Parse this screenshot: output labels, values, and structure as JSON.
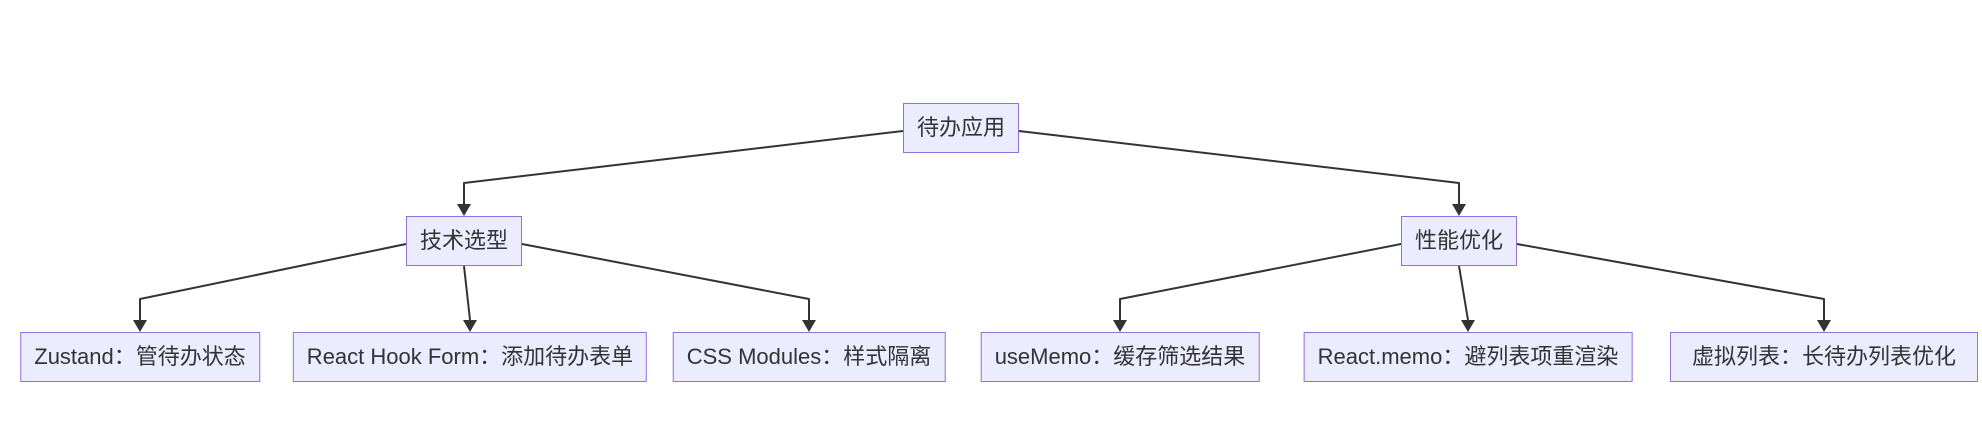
{
  "diagram": {
    "type": "flowchart",
    "direction": "top-down",
    "nodes": {
      "root": {
        "label": "待办应用"
      },
      "tech": {
        "label": "技术选型"
      },
      "perf": {
        "label": "性能优化"
      },
      "zustand": {
        "label": "Zustand：管待办状态"
      },
      "rhf": {
        "label": "React Hook Form：添加待办表单"
      },
      "cssmodules": {
        "label": "CSS Modules：样式隔离"
      },
      "usememo": {
        "label": "useMemo：缓存筛选结果"
      },
      "reactmemo": {
        "label": "React.memo：避列表项重渲染"
      },
      "virtuallist": {
        "label": "虚拟列表：长待办列表优化"
      }
    },
    "edges": [
      {
        "from": "root",
        "to": "tech"
      },
      {
        "from": "root",
        "to": "perf"
      },
      {
        "from": "tech",
        "to": "zustand"
      },
      {
        "from": "tech",
        "to": "rhf"
      },
      {
        "from": "tech",
        "to": "cssmodules"
      },
      {
        "from": "perf",
        "to": "usememo"
      },
      {
        "from": "perf",
        "to": "reactmemo"
      },
      {
        "from": "perf",
        "to": "virtuallist"
      }
    ],
    "colors": {
      "background": "#FFFFFF",
      "node_fill": "#ECECFF",
      "node_border": "#9370DB",
      "text": "#333333",
      "edge": "#333333"
    }
  }
}
